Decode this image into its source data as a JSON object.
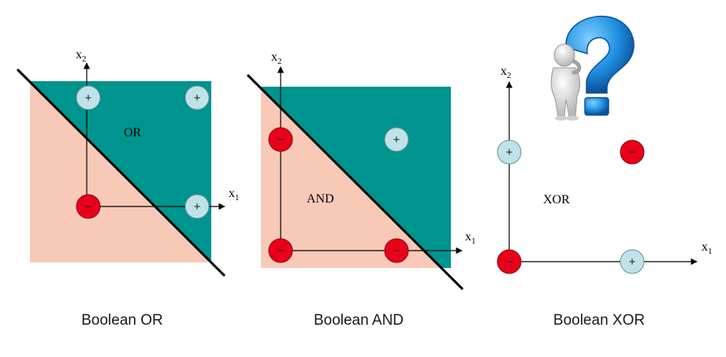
{
  "colors": {
    "teal": "#00948f",
    "salmon": "#f9c9b8",
    "plus_fill": "#bfe3e8",
    "minus_fill": "#e8001a",
    "line": "#000000"
  },
  "axis_labels": {
    "x1_var": "x",
    "x1_sub": "1",
    "x2_var": "x",
    "x2_sub": "2"
  },
  "symbols": {
    "plus": "+",
    "minus": "−"
  },
  "panels": {
    "or": {
      "region_label": "OR",
      "caption": "Boolean OR"
    },
    "and": {
      "region_label": "AND",
      "caption": "Boolean AND"
    },
    "xor": {
      "region_label": "XOR",
      "caption": "Boolean XOR"
    }
  },
  "question_icon": "thinking-figure-with-question-mark-icon"
}
